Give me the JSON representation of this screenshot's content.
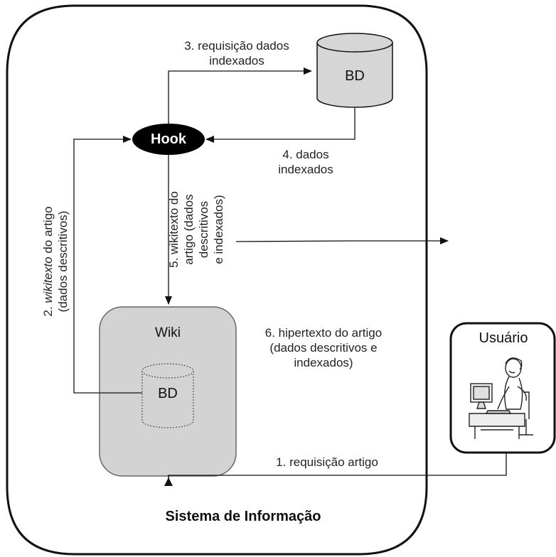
{
  "system": {
    "label": "Sistema de Informação"
  },
  "hook": {
    "label": "Hook"
  },
  "bd_top": {
    "label": "BD"
  },
  "wiki": {
    "label": "Wiki",
    "bd_label": "BD"
  },
  "usuario": {
    "label": "Usuário"
  },
  "arrows": {
    "a1": {
      "line1": "1. requisição artigo"
    },
    "a2": {
      "prefix": "2. ",
      "italic": "wikitexto",
      "suffix": " do artigo",
      "line2": "(dados descritivos)"
    },
    "a3": {
      "line1": "3. requisição dados",
      "line2": "indexados"
    },
    "a4": {
      "line1": "4. dados",
      "line2": "indexados"
    },
    "a5": {
      "line1": "5. wikitexto do",
      "line2": "artigo (dados",
      "line3": "descritivos",
      "line4": "e indexados)"
    },
    "a6": {
      "line1": "6. hipertexto do artigo",
      "line2": "(dados descritivos e",
      "line3": "indexados)"
    }
  },
  "icons": {
    "user_at_desk": "person-at-computer-icon"
  }
}
